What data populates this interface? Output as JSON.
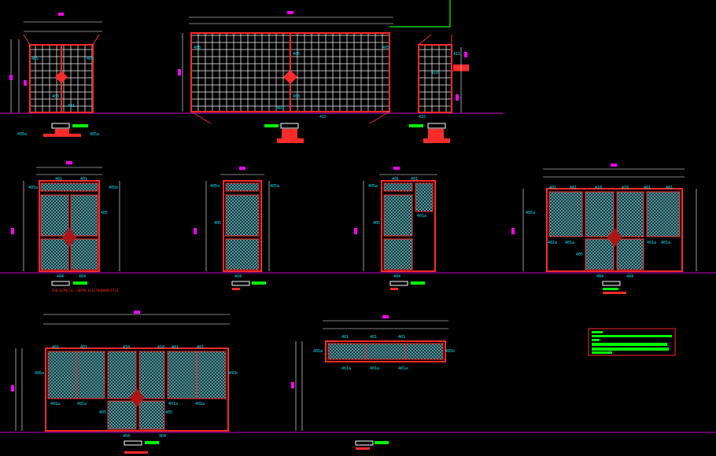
{
  "drawing": {
    "background": "#000000",
    "colors": {
      "frame": "#ff2a2a",
      "frame_dark": "#b01515",
      "panel_hatch": "#7fd6e0",
      "grid": "#ffffff",
      "dimension": "#ffffff",
      "label": "#00e5ff",
      "tag": "#ff00ff",
      "green": "#00ff00",
      "floor": "#cc00cc"
    },
    "elevation_labels": {
      "gate_left": [
        "405",
        "405",
        "403",
        "401"
      ],
      "gate_main": [
        "405",
        "405",
        "403",
        "403",
        "405"
      ],
      "gate_right": [
        "411",
        "410"
      ],
      "door_a": [
        "405a",
        "405b",
        "401",
        "401",
        "405",
        "404",
        "404"
      ],
      "door_b": [
        "405a",
        "405a",
        "405",
        "404"
      ],
      "door_c": [
        "401",
        "401",
        "405a",
        "405",
        "401a",
        "404"
      ],
      "door_d": [
        "401",
        "401",
        "410",
        "410",
        "401",
        "401",
        "405a",
        "401a",
        "401a",
        "401a",
        "401a",
        "405",
        "404",
        "404"
      ],
      "door_e": [
        "401",
        "401",
        "410",
        "410",
        "401",
        "401",
        "405a",
        "405b",
        "401a",
        "401a",
        "401a",
        "401a",
        "405",
        "405",
        "404",
        "404"
      ],
      "window_f": [
        "401",
        "401",
        "401",
        "405a",
        "405b",
        "401a",
        "401a",
        "401a"
      ],
      "bottom_gate_left": [
        "405a",
        "405a"
      ],
      "bottom_gate_main": [
        "415"
      ],
      "bottom_gate_right": [
        "416"
      ]
    },
    "note_red": "SUB ESPACIO, GRUPO ELECTRODOMESTICO",
    "legend_box": {
      "rows": [
        "",
        "",
        "",
        "",
        ""
      ]
    }
  }
}
